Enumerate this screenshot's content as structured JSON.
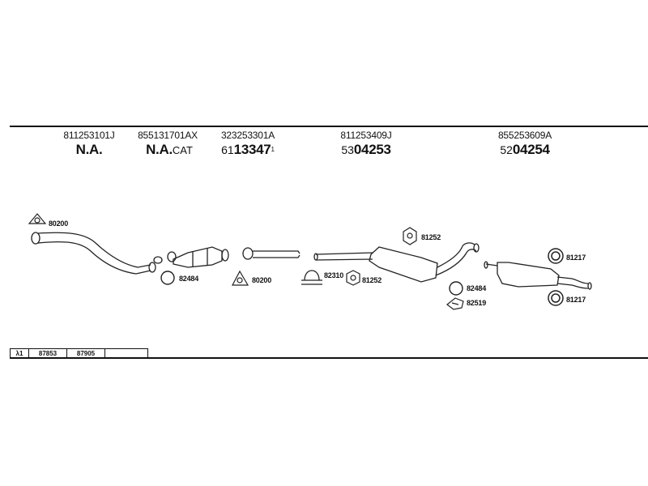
{
  "header": {
    "columns": [
      {
        "part": "811253101J",
        "ref_main": "N.A.",
        "ref_prefix": "",
        "ref_suffix": "",
        "ref_sup": ""
      },
      {
        "part": "855131701AX",
        "ref_main": "N.A.",
        "ref_prefix": "",
        "ref_suffix": "CAT",
        "ref_sup": ""
      },
      {
        "part": "323253301A",
        "ref_main": "13347",
        "ref_prefix": "61",
        "ref_suffix": "",
        "ref_sup": "1"
      },
      {
        "part": "811253409J",
        "ref_main": "04253",
        "ref_prefix": "53",
        "ref_suffix": "",
        "ref_sup": ""
      },
      {
        "part": "855253609A",
        "ref_main": "04254",
        "ref_prefix": "52",
        "ref_suffix": "",
        "ref_sup": ""
      }
    ]
  },
  "components": {
    "gasket_80200_a": "80200",
    "ring_82484_a": "82484",
    "gasket_80200_b": "80200",
    "clamp_82310": "82310",
    "hanger_81252_a": "81252",
    "hanger_81252_b": "81252",
    "ring_82484_b": "82484",
    "bracket_82519": "82519",
    "ring_81217_a": "81217",
    "ring_81217_b": "81217"
  },
  "footer": {
    "lambda_label": "λ1",
    "sensor_1": "87853",
    "sensor_2": "87905",
    "empty": ""
  },
  "icons": [
    "gasket-icon",
    "ring-icon",
    "clamp-icon",
    "rubber-hanger-icon",
    "bracket-icon",
    "lambda-icon"
  ]
}
